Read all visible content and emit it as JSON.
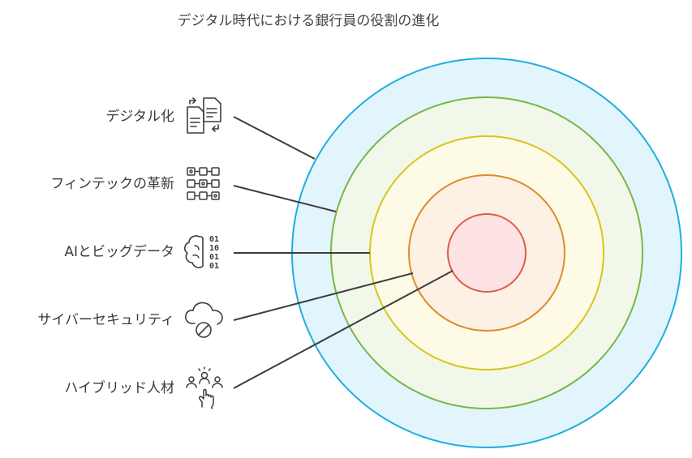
{
  "title": "デジタル時代における銀行員の役割の進化",
  "items": [
    {
      "label": "デジタル化",
      "icon": "digitize-documents-icon"
    },
    {
      "label": "フィンテックの革新",
      "icon": "fintech-network-icon"
    },
    {
      "label": "AIとビッグデータ",
      "icon": "ai-brain-binary-icon"
    },
    {
      "label": "サイバーセキュリティ",
      "icon": "cloud-blocked-icon"
    },
    {
      "label": "ハイブリッド人材",
      "icon": "hybrid-talent-people-icon"
    }
  ],
  "icon_text": {
    "binary_rows": [
      "01",
      "10",
      "01",
      "01"
    ]
  },
  "colors": {
    "ring_stroke": [
      "#1eaee0",
      "#7ab648",
      "#d8c41e",
      "#e08a2b",
      "#e05a4a"
    ],
    "ring_fill": [
      "#e3f5fc",
      "#f1f8e9",
      "#fdfbe5",
      "#fdf0e4",
      "#fde3e3"
    ],
    "connector": "#3d3d3d",
    "text": "#3a3a3a"
  }
}
